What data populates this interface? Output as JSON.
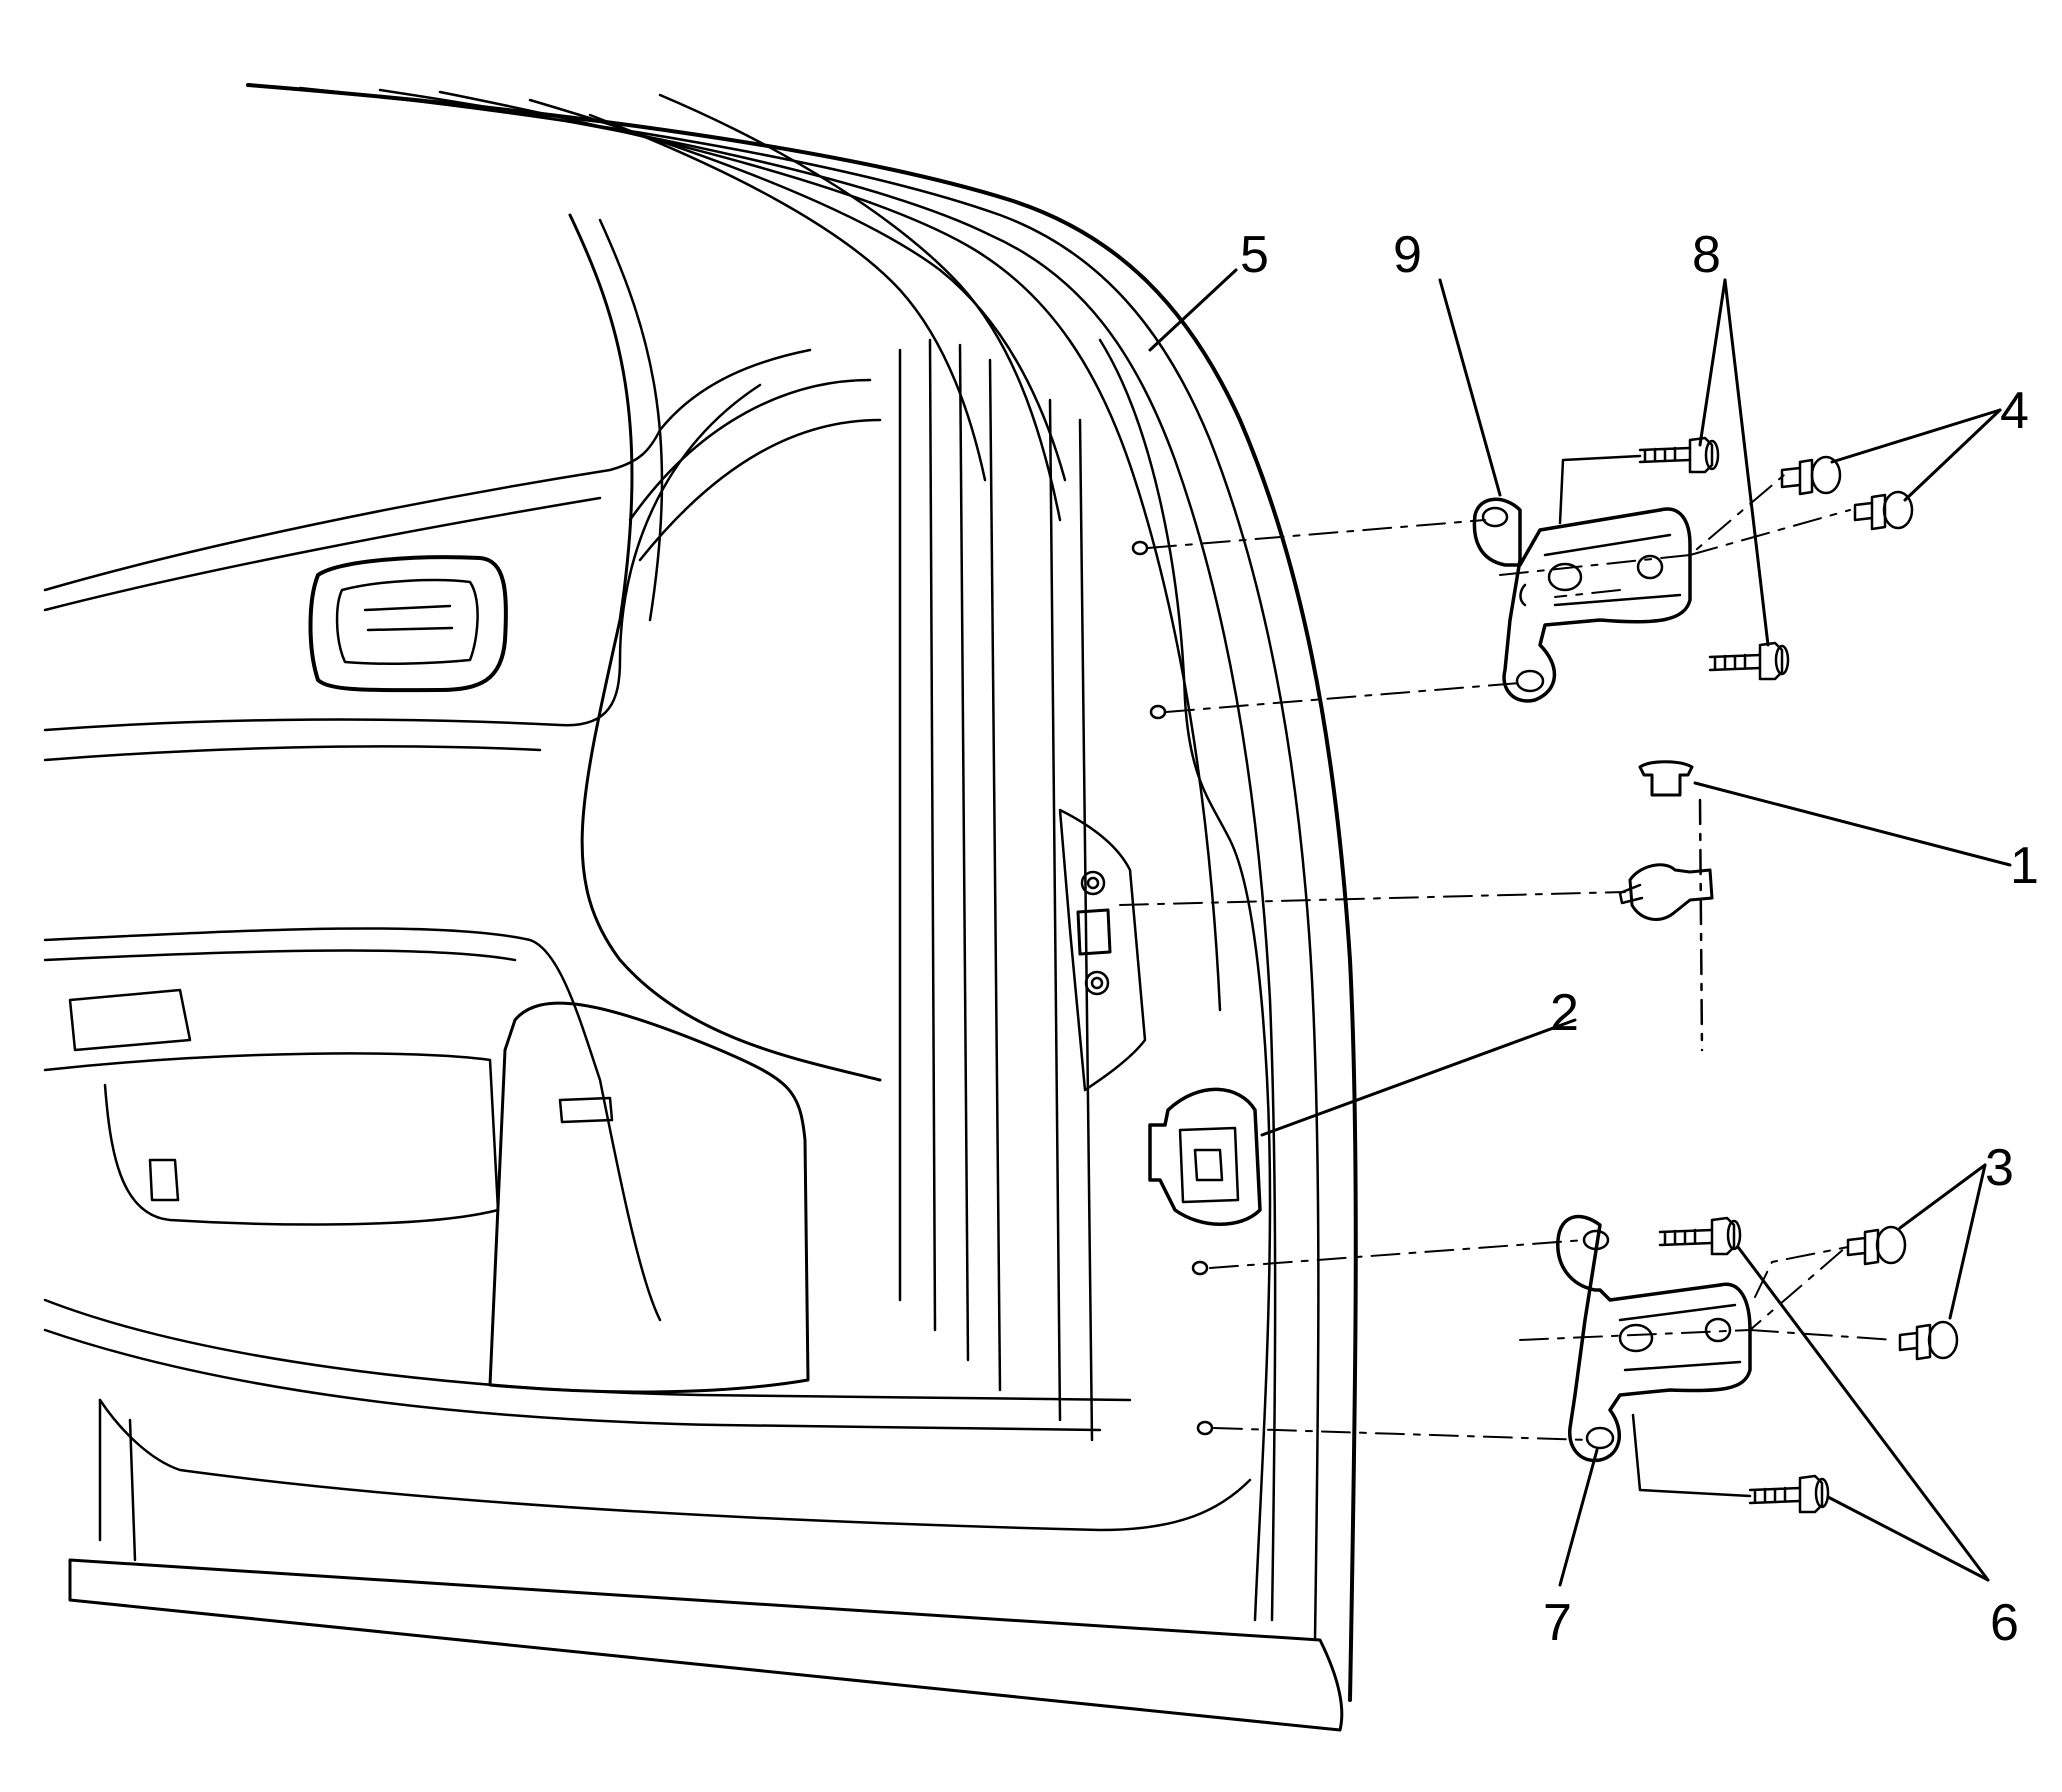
{
  "diagram": {
    "callouts": [
      {
        "id": "1",
        "label": "1"
      },
      {
        "id": "2",
        "label": "2"
      },
      {
        "id": "3",
        "label": "3"
      },
      {
        "id": "4",
        "label": "4"
      },
      {
        "id": "5",
        "label": "5"
      },
      {
        "id": "6",
        "label": "6"
      },
      {
        "id": "7",
        "label": "7"
      },
      {
        "id": "8",
        "label": "8"
      },
      {
        "id": "9",
        "label": "9"
      }
    ],
    "colors": {
      "line": "#000000",
      "background": "#ffffff",
      "fill": "#ffffff"
    }
  }
}
